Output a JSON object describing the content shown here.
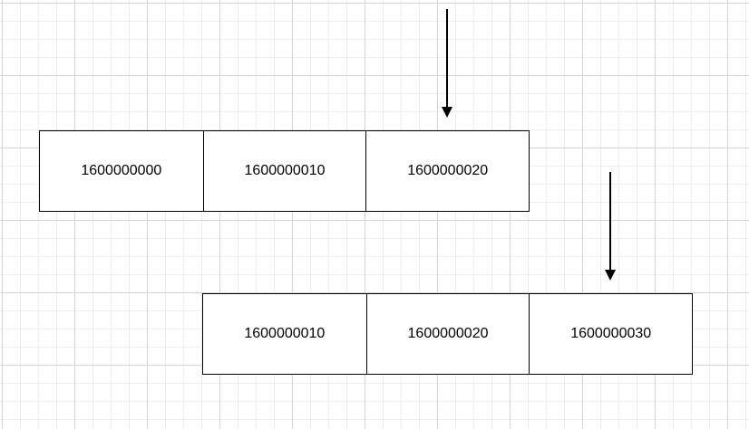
{
  "rows": [
    {
      "cells": [
        "1600000000",
        "1600000010",
        "1600000020"
      ]
    },
    {
      "cells": [
        "1600000010",
        "1600000020",
        "1600000030"
      ]
    }
  ],
  "arrows": [
    {
      "points_to": "1600000020"
    },
    {
      "points_to": "1600000030"
    }
  ]
}
